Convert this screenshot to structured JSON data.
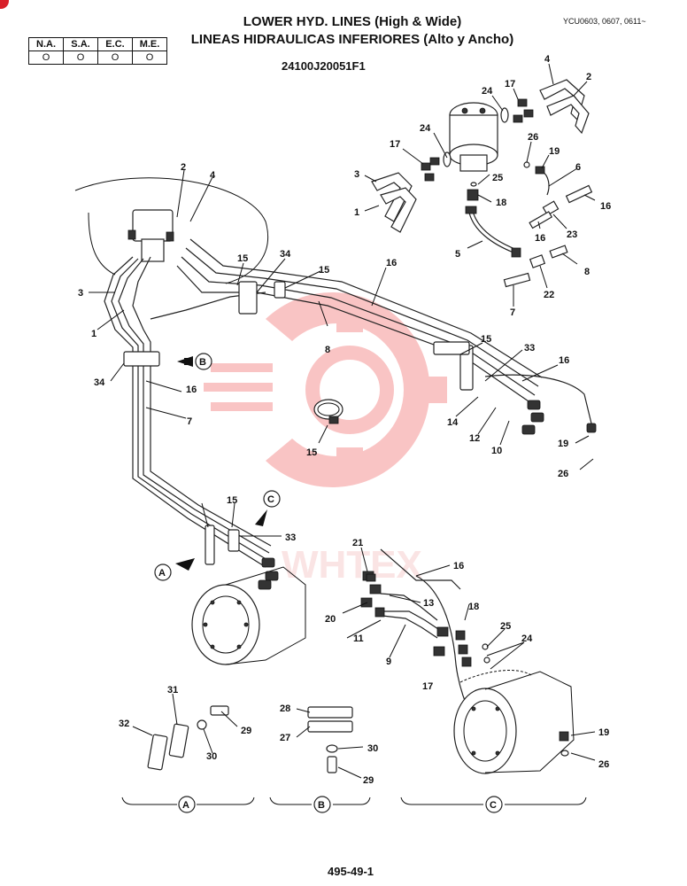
{
  "header": {
    "title_en": "LOWER HYD. LINES (High & Wide)",
    "title_es": "LINEAS HIDRAULICAS INFERIORES (Alto y Ancho)",
    "serial_ref": "YCU0603, 0607, 0611~",
    "part_number": "24100J20051F1"
  },
  "markets": {
    "headers": [
      "N.A.",
      "S.A.",
      "E.C.",
      "M.E."
    ],
    "values": [
      "O",
      "O",
      "O",
      "O"
    ]
  },
  "section_labels": [
    "A",
    "B",
    "C"
  ],
  "watermark": "WHTEX",
  "page_number": "495-49-1",
  "callouts": {
    "c01": "4",
    "c02": "2",
    "c03": "24",
    "c04": "17",
    "c05": "24",
    "c06": "17",
    "c07": "26",
    "c08": "19",
    "c09": "6",
    "c10": "3",
    "c11": "25",
    "c12": "1",
    "c13": "18",
    "c14": "16",
    "c15": "16",
    "c16": "23",
    "c17": "5",
    "c18": "8",
    "c19": "7",
    "c20": "22",
    "c21": "2",
    "c22": "4",
    "c23": "15",
    "c24": "34",
    "c25": "15",
    "c26": "16",
    "c27": "3",
    "c28": "1",
    "c29": "8",
    "c30": "15",
    "c31": "33",
    "c32": "16",
    "c33": "34",
    "c34": "16",
    "c35": "7",
    "c36": "14",
    "c37": "12",
    "c38": "10",
    "c39": "19",
    "c40": "26",
    "c41": "15",
    "c42": "15",
    "c43": "33",
    "c44": "21",
    "c45": "16",
    "c46": "18",
    "c47": "13",
    "c48": "20",
    "c49": "11",
    "c50": "9",
    "c51": "25",
    "c52": "24",
    "c53": "17",
    "c54": "19",
    "c55": "26",
    "c56": "31",
    "c57": "32",
    "c58": "29",
    "c59": "30",
    "c60": "28",
    "c61": "27",
    "c62": "30",
    "c63": "29"
  }
}
